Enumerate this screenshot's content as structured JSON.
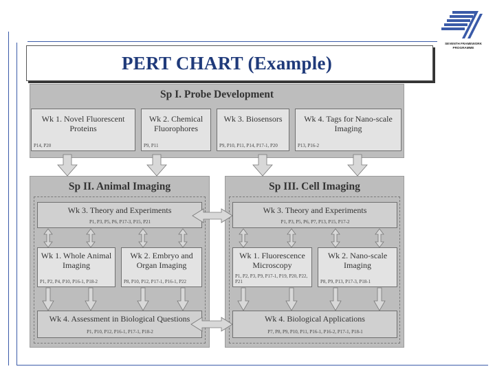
{
  "header": {
    "title": "PERT CHART (Example)",
    "logo_caption": "SEVENTH FRAMEWORK PROGRAMME",
    "logo_icon": "fp7-logo-icon"
  },
  "colors": {
    "accent": "#3a5aa8",
    "title": "#1f3a7a",
    "box_fill": "#bdbdbd",
    "wk_fill": "#e3e3e3"
  },
  "sp1": {
    "title": "Sp I. Probe Development",
    "wk1": {
      "title": "Wk 1. Novel Fluorescent Proteins",
      "probes": "P14, P20"
    },
    "wk2": {
      "title": "Wk 2. Chemical Fluorophores",
      "probes": "P9, P11"
    },
    "wk3": {
      "title": "Wk 3. Biosensors",
      "probes": "P9, P10, P11, P14, P17-1, P20"
    },
    "wk4": {
      "title": "Wk 4. Tags for Nano-scale Imaging",
      "probes": "P13, P16-2"
    }
  },
  "sp2": {
    "title": "Sp II. Animal Imaging",
    "wk3": {
      "title": "Wk 3. Theory and Experiments",
      "probes": "P1, P3, P5, P6, P17-3, P15, P21"
    },
    "wk1": {
      "title": "Wk 1. Whole Animal Imaging",
      "probes": "P1, P2, P4, P10, P16-1, P18-2"
    },
    "wk2": {
      "title": "Wk 2. Embryo and Organ Imaging",
      "probes": "P8, P10, P12, P17-1, P16-1, P22"
    },
    "wk4": {
      "title": "Wk 4. Assessment in Biological Questions",
      "probes": "P1, P10, P12, P16-1, P17-1, P18-2"
    }
  },
  "sp3": {
    "title": "Sp III. Cell Imaging",
    "wk3": {
      "title": "Wk 3. Theory and Experiments",
      "probes": "P1, P3, P5, P6, P7, P13, P15, P17-2"
    },
    "wk1": {
      "title": "Wk 1. Fluorescence Microscopy",
      "probes": "P1, P2, P3, P9, P17-1, P19, P20, P22, P21"
    },
    "wk2": {
      "title": "Wk 2. Nano-scale Imaging",
      "probes": "P8, P9, P13, P17-3, P18-1"
    },
    "wk4": {
      "title": "Wk 4. Biological Applications",
      "probes": "P7, P8, P9, P10, P11, P16-1, P16-2, P17-1, P18-1"
    }
  }
}
